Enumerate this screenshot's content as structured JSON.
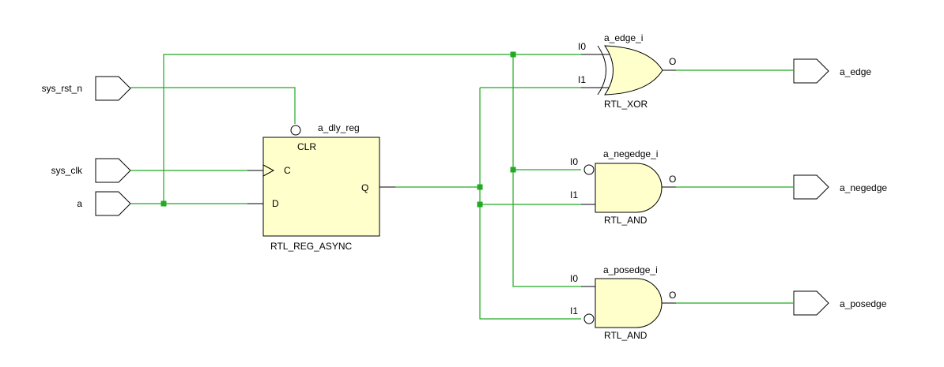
{
  "colors": {
    "wire": "#22aa22",
    "cell_fill": "#ffffcc",
    "outline": "#000000",
    "background": "#ffffff"
  },
  "inputs": {
    "sys_rst_n": "sys_rst_n",
    "sys_clk": "sys_clk",
    "a": "a"
  },
  "outputs": {
    "a_edge": "a_edge",
    "a_negedge": "a_negedge",
    "a_posedge": "a_posedge"
  },
  "register": {
    "instance": "a_dly_reg",
    "type": "RTL_REG_ASYNC",
    "pin_clr": "CLR",
    "pin_c": "C",
    "pin_d": "D",
    "pin_q": "Q"
  },
  "xor_gate": {
    "instance": "a_edge_i",
    "type": "RTL_XOR",
    "pin_i0": "I0",
    "pin_i1": "I1",
    "pin_o": "O"
  },
  "negedge_gate": {
    "instance": "a_negedge_i",
    "type": "RTL_AND",
    "pin_i0": "I0",
    "pin_i1": "I1",
    "pin_o": "O"
  },
  "posedge_gate": {
    "instance": "a_posedge_i",
    "type": "RTL_AND",
    "pin_i0": "I0",
    "pin_i1": "I1",
    "pin_o": "O"
  }
}
